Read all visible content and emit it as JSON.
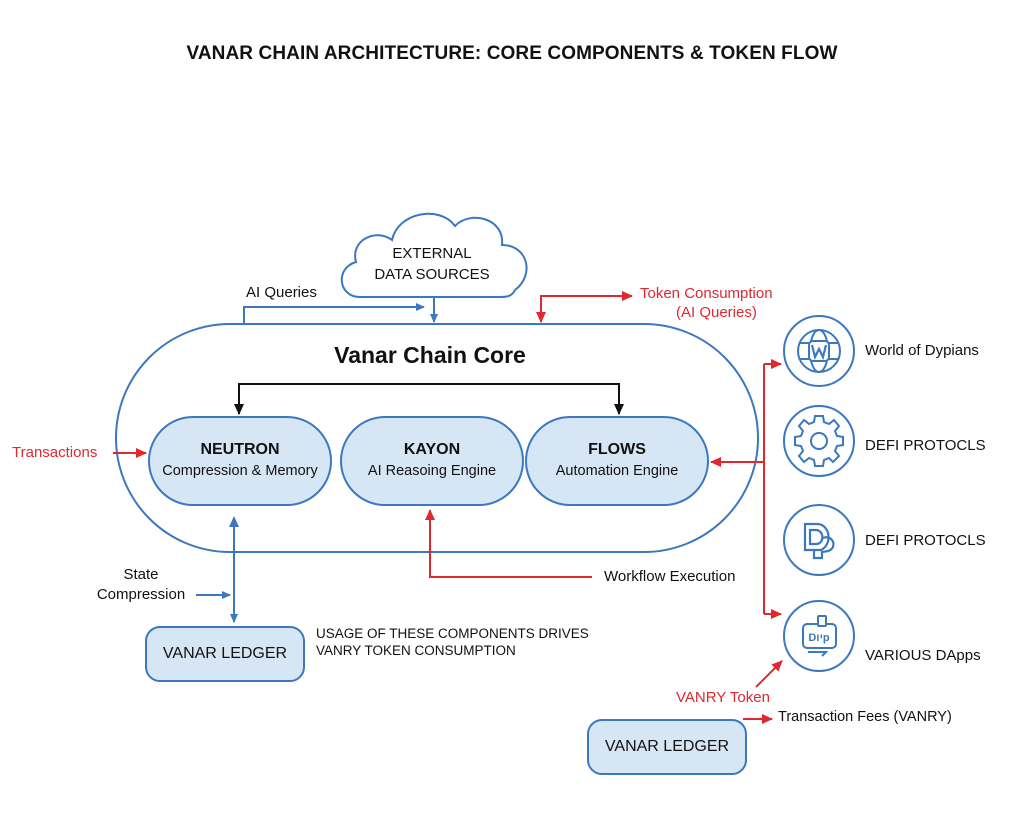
{
  "title": "VANAR CHAIN ARCHITECTURE: CORE COMPONENTS & TOKEN FLOW",
  "colors": {
    "blue": "#3b78c0",
    "pill_fill": "#d6e6f5",
    "red": "#e0282e",
    "black": "#111111"
  },
  "cloud": {
    "line1": "EXTERNAL",
    "line2": "DATA SOURCES"
  },
  "core": {
    "title": "Vanar Chain Core",
    "components": [
      {
        "name": "NEUTRON",
        "subtitle": "Compression & Memory"
      },
      {
        "name": "KAYON",
        "subtitle": "AI Reasoing Engine"
      },
      {
        "name": "FLOWS",
        "subtitle": "Automation Engine"
      }
    ]
  },
  "flows": {
    "ai_queries": "AI Queries",
    "token_consumption_line1": "Token Consumption",
    "token_consumption_line2": "(AI Queries)",
    "transactions": "Transactions",
    "state_compression_line1": "State",
    "state_compression_line2": "Compression",
    "workflow_execution": "Workflow Execution",
    "vanry_token": "VANRY Token",
    "transaction_fees": "Transaction Fees (VANRY)"
  },
  "ledgers": [
    {
      "label": "VANAR LEDGER"
    },
    {
      "label": "VANAR LEDGER"
    }
  ],
  "note": {
    "line1": "USAGE OF THESE COMPONENTS DRIVES",
    "line2": "VANRY TOKEN CONSUMPTION"
  },
  "apps": [
    {
      "label": "World of Dypians",
      "icon": "globe-w-icon"
    },
    {
      "label": "DEFI PROTOCLS",
      "icon": "gear-icon"
    },
    {
      "label": "DEFI PROTOCLS",
      "icon": "dp-logo-icon"
    },
    {
      "label": "VARIOUS DApps",
      "icon": "dapp-icon",
      "icon_text": "Dיוp"
    }
  ]
}
